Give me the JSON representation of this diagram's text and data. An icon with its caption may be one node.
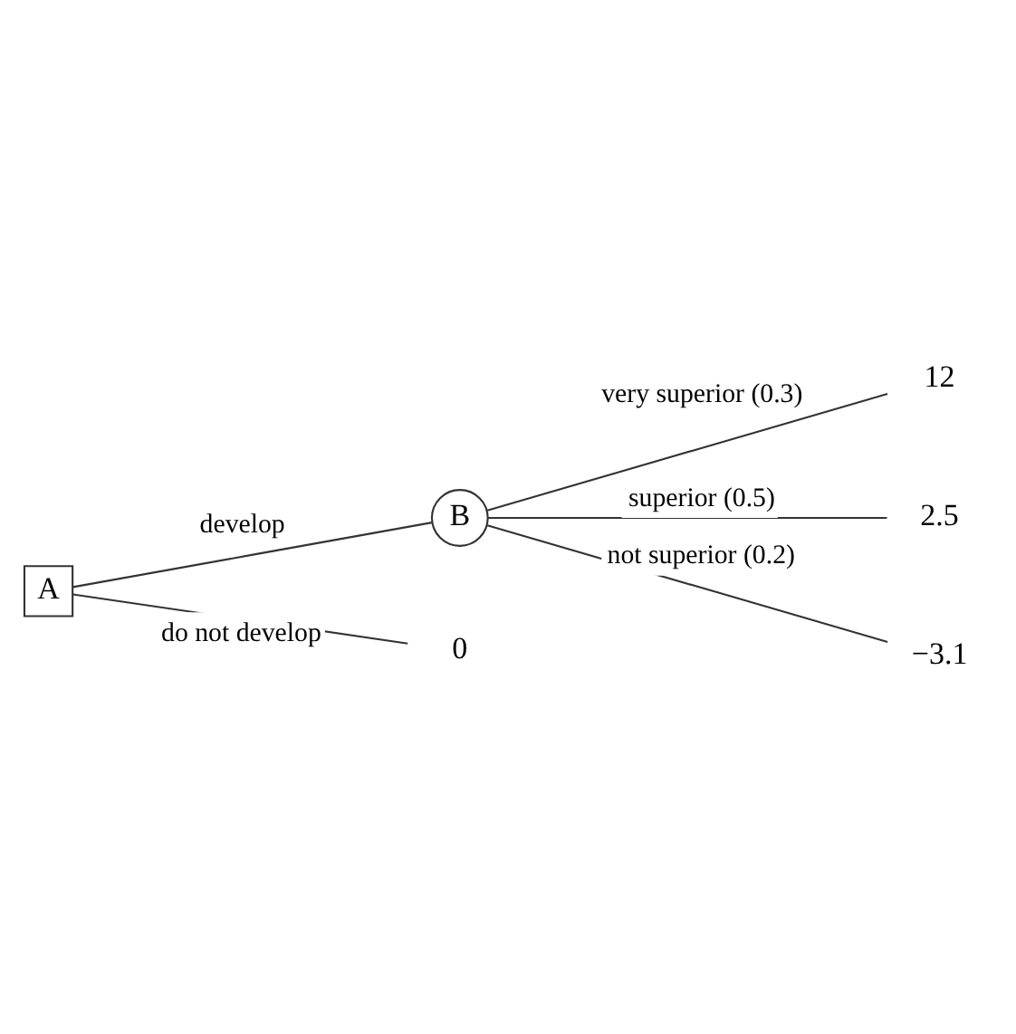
{
  "diagram": {
    "nodes": [
      {
        "text": [
          "A"
        ]
      },
      {
        "text": [
          "B"
        ]
      },
      {
        "text": [
          "12"
        ]
      },
      {
        "text": [
          "2.5"
        ]
      },
      {
        "text": [
          "−3.1"
        ]
      },
      {
        "text": [
          "0"
        ]
      }
    ],
    "edges": [
      {
        "from": 0,
        "to": 1,
        "arrow": "none",
        "label": "develop"
      },
      {
        "from": 1,
        "to": 2,
        "arrow": "none",
        "label": "very superior (0.3)"
      },
      {
        "from": 1,
        "to": 3,
        "arrow": "none",
        "label": "superior (0.5)"
      },
      {
        "from": 1,
        "to": 4,
        "arrow": "none",
        "label": "not superior (0.2)"
      },
      {
        "from": 0,
        "to": 5,
        "arrow": "none",
        "label": "do not develop"
      }
    ]
  }
}
